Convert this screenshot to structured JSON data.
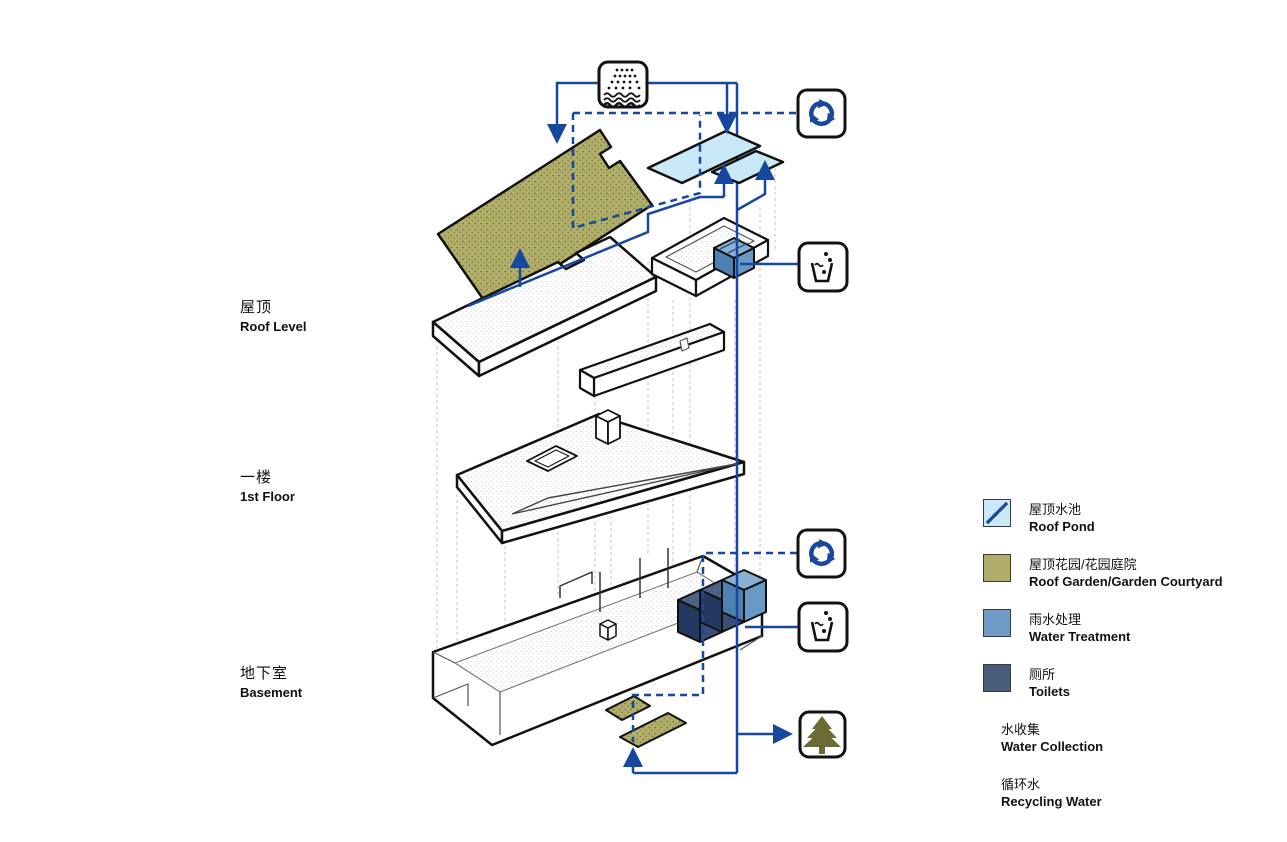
{
  "levels": [
    {
      "zh": "屋顶",
      "en": "Roof Level"
    },
    {
      "zh": "一楼",
      "en": "1st Floor"
    },
    {
      "zh": "地下室",
      "en": "Basement"
    }
  ],
  "legend": {
    "items": [
      {
        "zh": "屋顶水池",
        "en": "Roof Pond",
        "type": "swatch",
        "swatch": "#c9e9f8"
      },
      {
        "zh": "屋顶花园/花园庭院",
        "en": "Roof Garden/Garden Courtyard",
        "type": "swatch",
        "swatch": "#b0ae69"
      },
      {
        "zh": "雨水处理",
        "en": "Water Treatment",
        "type": "swatch",
        "swatch": "#6f9cc8"
      },
      {
        "zh": "厕所",
        "en": "Toilets",
        "type": "swatch",
        "swatch": "#4a5c7b"
      },
      {
        "zh": "水收集",
        "en": "Water Collection",
        "type": "solid-line"
      },
      {
        "zh": "循环水",
        "en": "Recycling Water",
        "type": "dashed-line"
      }
    ]
  },
  "icons": [
    {
      "name": "rain-shower-pond-icon",
      "meaning": "rain water collecting into pond"
    },
    {
      "name": "recycle-icon-top",
      "meaning": "water recycling"
    },
    {
      "name": "water-glass-icon-roof",
      "meaning": "water use / greywater"
    },
    {
      "name": "recycle-icon-basement",
      "meaning": "water recycling"
    },
    {
      "name": "water-glass-icon-basement",
      "meaning": "water use / greywater"
    },
    {
      "name": "tree-irrigation-icon",
      "meaning": "irrigation of garden"
    }
  ],
  "colors": {
    "flow_blue": "#17479e",
    "roof_pond": "#c9e9f8",
    "roof_garden": "#b0ae69",
    "water_treatment": "#6f9cc8",
    "toilets": "#4a5c7b",
    "tree_olive": "#6d6b35",
    "outline_black": "#111111"
  }
}
